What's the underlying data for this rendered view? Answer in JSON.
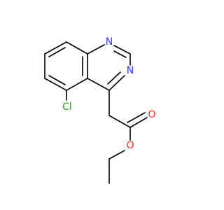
{
  "molecule": {
    "atoms": {
      "n1": {
        "label": "N",
        "color": "#3333ff"
      },
      "n3": {
        "label": "N",
        "color": "#3333ff"
      },
      "cl": {
        "label": "Cl",
        "color": "#2ca02c"
      },
      "o_carbonyl": {
        "label": "O",
        "color": "#ff2a2a"
      },
      "o_ester": {
        "label": "O",
        "color": "#ff2a2a"
      }
    },
    "bond_color": "#000000"
  }
}
